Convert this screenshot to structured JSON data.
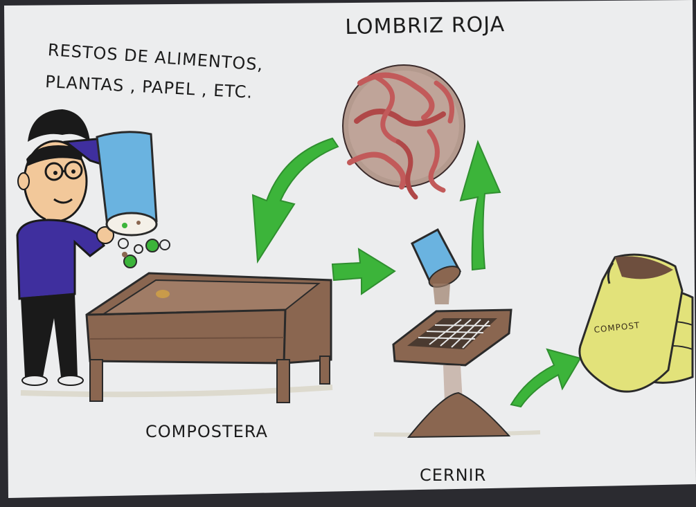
{
  "title": "LOMBRIZ ROJA",
  "inputs": {
    "line1": "RESTOS DE ALIMENTOS,",
    "line2": "PLANTAS , PAPEL , ETC."
  },
  "labels": {
    "compostera": "COMPOSTERA",
    "cernir": "CERNIR",
    "bag": "COMPOST"
  },
  "colors": {
    "arrow": "#3cb43a",
    "soil": "#8a6650",
    "worm_circle": "#b49a8e",
    "worm": "#c25a5a",
    "shirt": "#3f2f9e",
    "bag": "#e2e27a",
    "bucket": "#6ab3e0"
  }
}
